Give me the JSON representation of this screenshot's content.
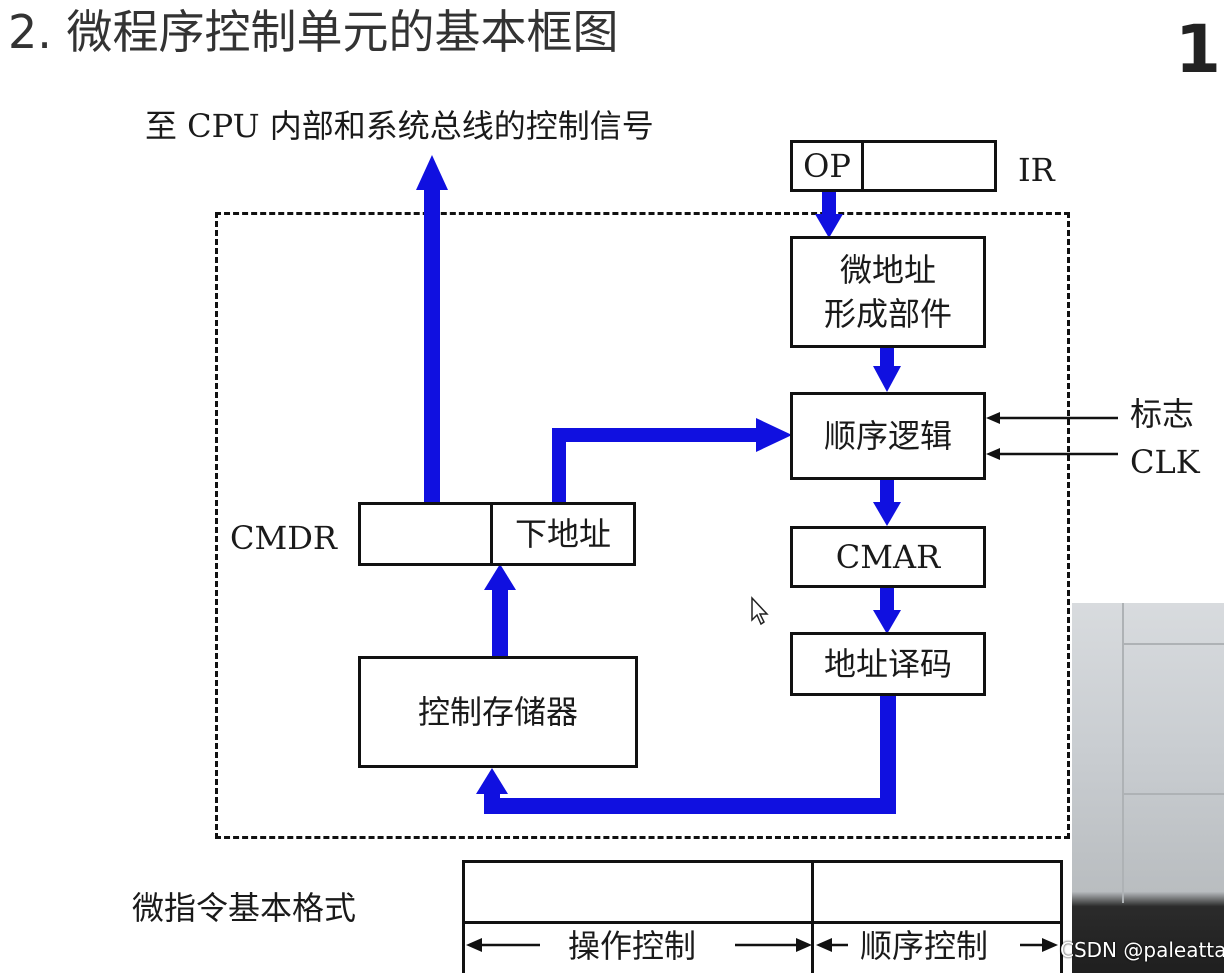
{
  "header": {
    "title": "2. 微程序控制单元的基本框图",
    "page_number": "1"
  },
  "diagram": {
    "output_label": "至 CPU 内部和系统总线的控制信号",
    "ir_label": "IR",
    "ir_op": "OP",
    "micro_addr_unit": [
      "微地址",
      "形成部件"
    ],
    "sequence_logic": "顺序逻辑",
    "flag_label": "标志",
    "clk_label": "CLK",
    "cmdr_label": "CMDR",
    "next_addr": "下地址",
    "cmar": "CMAR",
    "addr_decode": "地址译码",
    "control_store": "控制存储器",
    "format_label": "微指令基本格式",
    "op_control": "操作控制",
    "seq_control": "顺序控制",
    "arrow_color": "#1010e0"
  },
  "watermark": "CSDN @paleatta"
}
